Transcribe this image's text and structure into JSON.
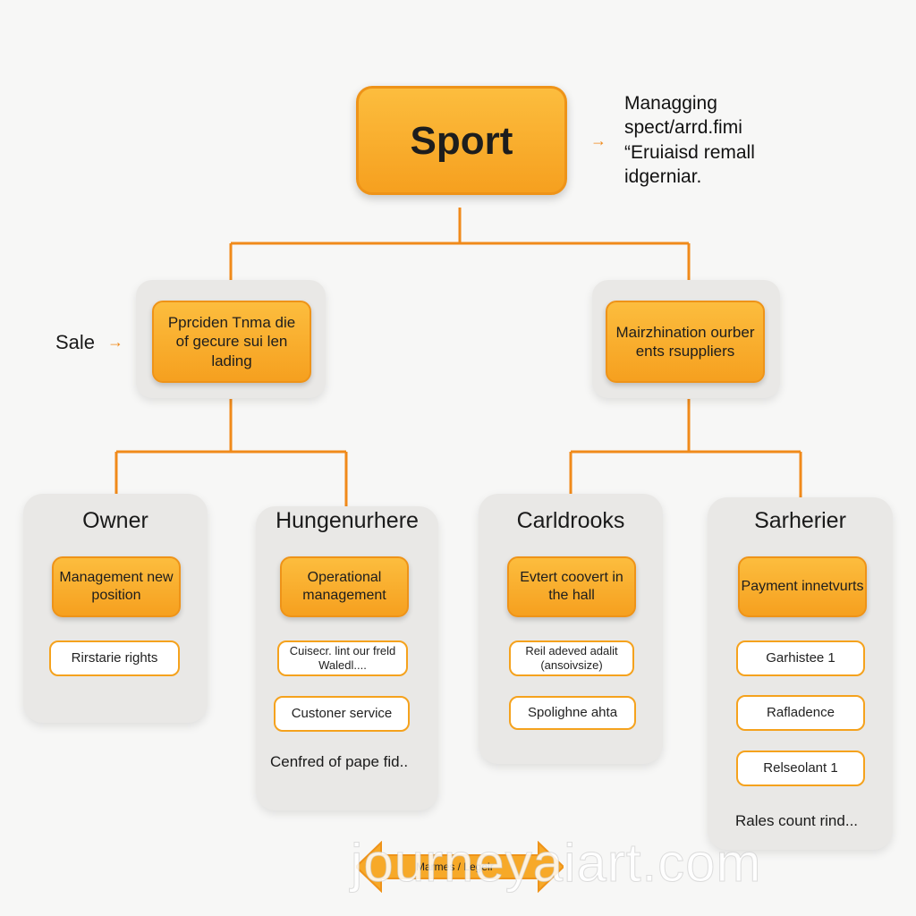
{
  "root": {
    "label": "Sport"
  },
  "note": {
    "lines": [
      "Managging",
      "spect/arrd.fimi",
      "“Eruiaisd remall",
      "idgerniar."
    ]
  },
  "side_label": "Sale",
  "level2": [
    {
      "label": "Pprciden Tnma die of gecure sui len lading"
    },
    {
      "label": "Mairzhination ourber ents rsuppliers"
    }
  ],
  "columns": [
    {
      "title": "Owner",
      "head": "Management new position",
      "items": [
        "Rirstarie rights"
      ],
      "footer": ""
    },
    {
      "title": "Hungenurhere",
      "head": "Operational management",
      "items": [
        "Cuisecr. lint our freld Waledl....",
        "Custoner service"
      ],
      "footer": "Cenfred of pape fid.."
    },
    {
      "title": "Carldrooks",
      "head": "Evtert coovert in the hall",
      "items": [
        "Reil adeved adalit (ansoivsize)",
        "Spolighne ahta"
      ],
      "footer": ""
    },
    {
      "title": "Sarherier",
      "head": "Payment innetvurts",
      "items": [
        "Garhistee 1",
        "Rafladence",
        "Relseolant 1"
      ],
      "footer": "Rales count rind..."
    }
  ],
  "legend": {
    "label": "Marmes / Legeir"
  },
  "watermark": "journeyaiart.com",
  "colors": {
    "accent": "#f5a21d",
    "connector": "#f08a1a",
    "panel": "#e9e8e6"
  }
}
